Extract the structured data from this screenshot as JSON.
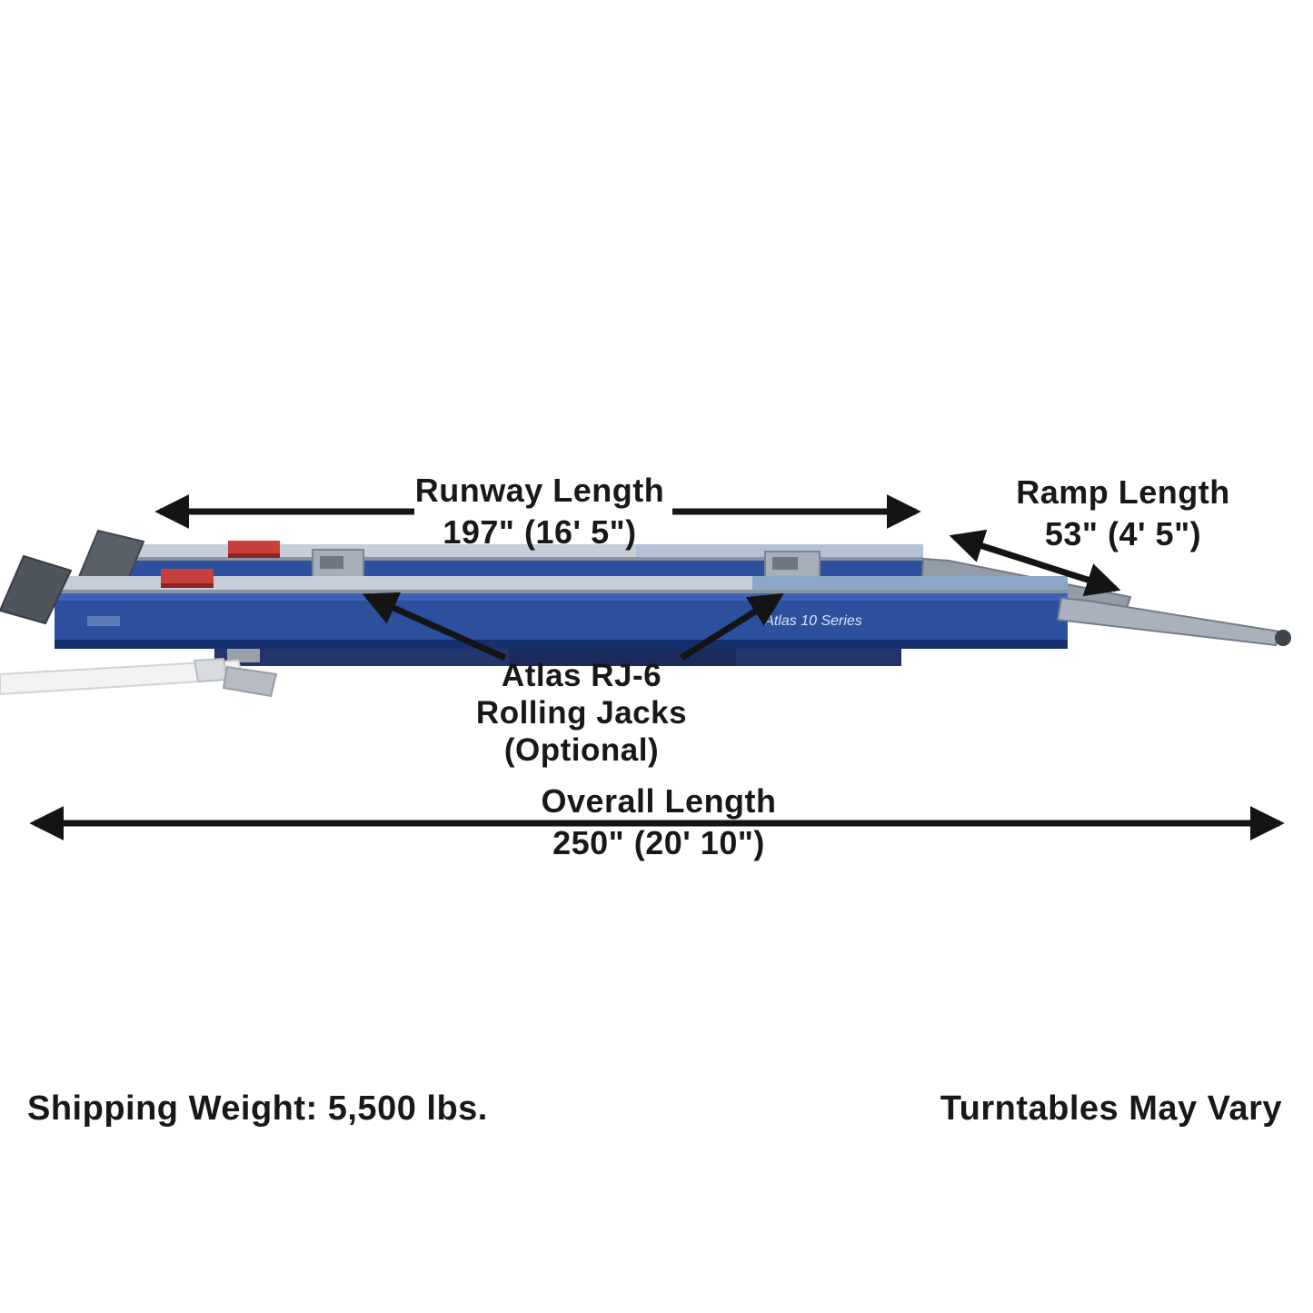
{
  "diagram": {
    "annotations": {
      "runway": {
        "title": "Runway Length",
        "value": "197\" (16' 5\")"
      },
      "ramp": {
        "title": "Ramp Length",
        "value": "53\" (4' 5\")"
      },
      "jacks": {
        "line1": "Atlas RJ-6",
        "line2": "Rolling Jacks",
        "line3": "(Optional)"
      },
      "overall": {
        "title": "Overall Length",
        "value": "250\" (20' 10\")"
      }
    },
    "footer": {
      "shipping_weight": "Shipping Weight: 5,500 lbs.",
      "turntables_note": "Turntables May Vary"
    },
    "machine": {
      "side_label": "Atlas 10 Series"
    },
    "colors": {
      "arrow": "#141414",
      "runway_blue": "#2c4f9e",
      "deck_gray": "#c7ced9",
      "ramp_gray": "#a9b1bc",
      "jack_gray": "#a6aeb9",
      "red_block": "#c8403c",
      "turntable_gray": "#53585f",
      "base_navy": "#22356e",
      "hose_white": "#f3f3f3"
    }
  }
}
